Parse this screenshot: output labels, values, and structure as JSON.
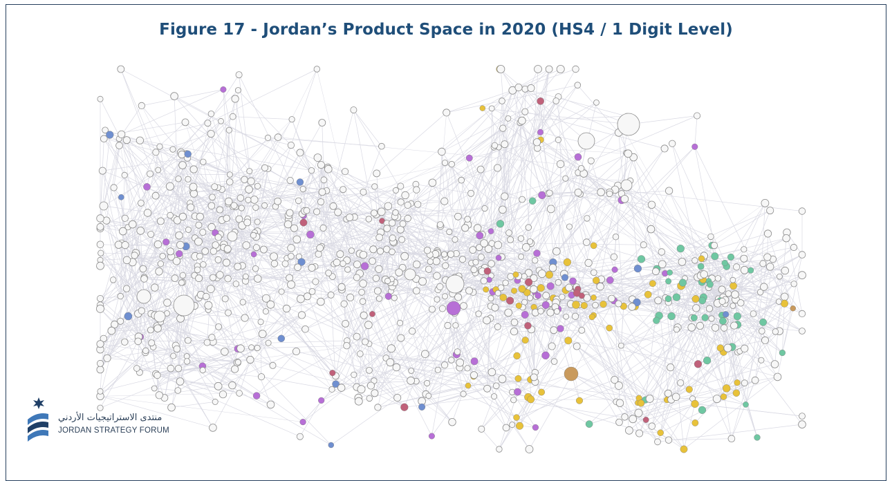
{
  "figure": {
    "title": "Figure 17 - Jordan’s Product Space in 2020 (HS4 / 1 Digit Level)"
  },
  "network": {
    "description_type": "product-space",
    "colors": {
      "edge": "#d9d9e3",
      "node_fill": "#f7f7f7",
      "node_stroke": "#8c8c8c",
      "purple": "#b76fd6",
      "yellow": "#e8c23a",
      "green": "#6fc7a2",
      "red": "#c0617a",
      "blue": "#6f8fd0",
      "brown": "#c99a5c",
      "teal": "#5fc9cf"
    }
  },
  "logo": {
    "arabic": "منتدى الاستراتيجيات الأردني",
    "english": "JORDAN STRATEGY FORUM",
    "icon": "star-stripes-logo-icon",
    "colors": {
      "dark": "#1f3f66",
      "blue": "#3f78b8",
      "star": "#1f3f66"
    }
  }
}
